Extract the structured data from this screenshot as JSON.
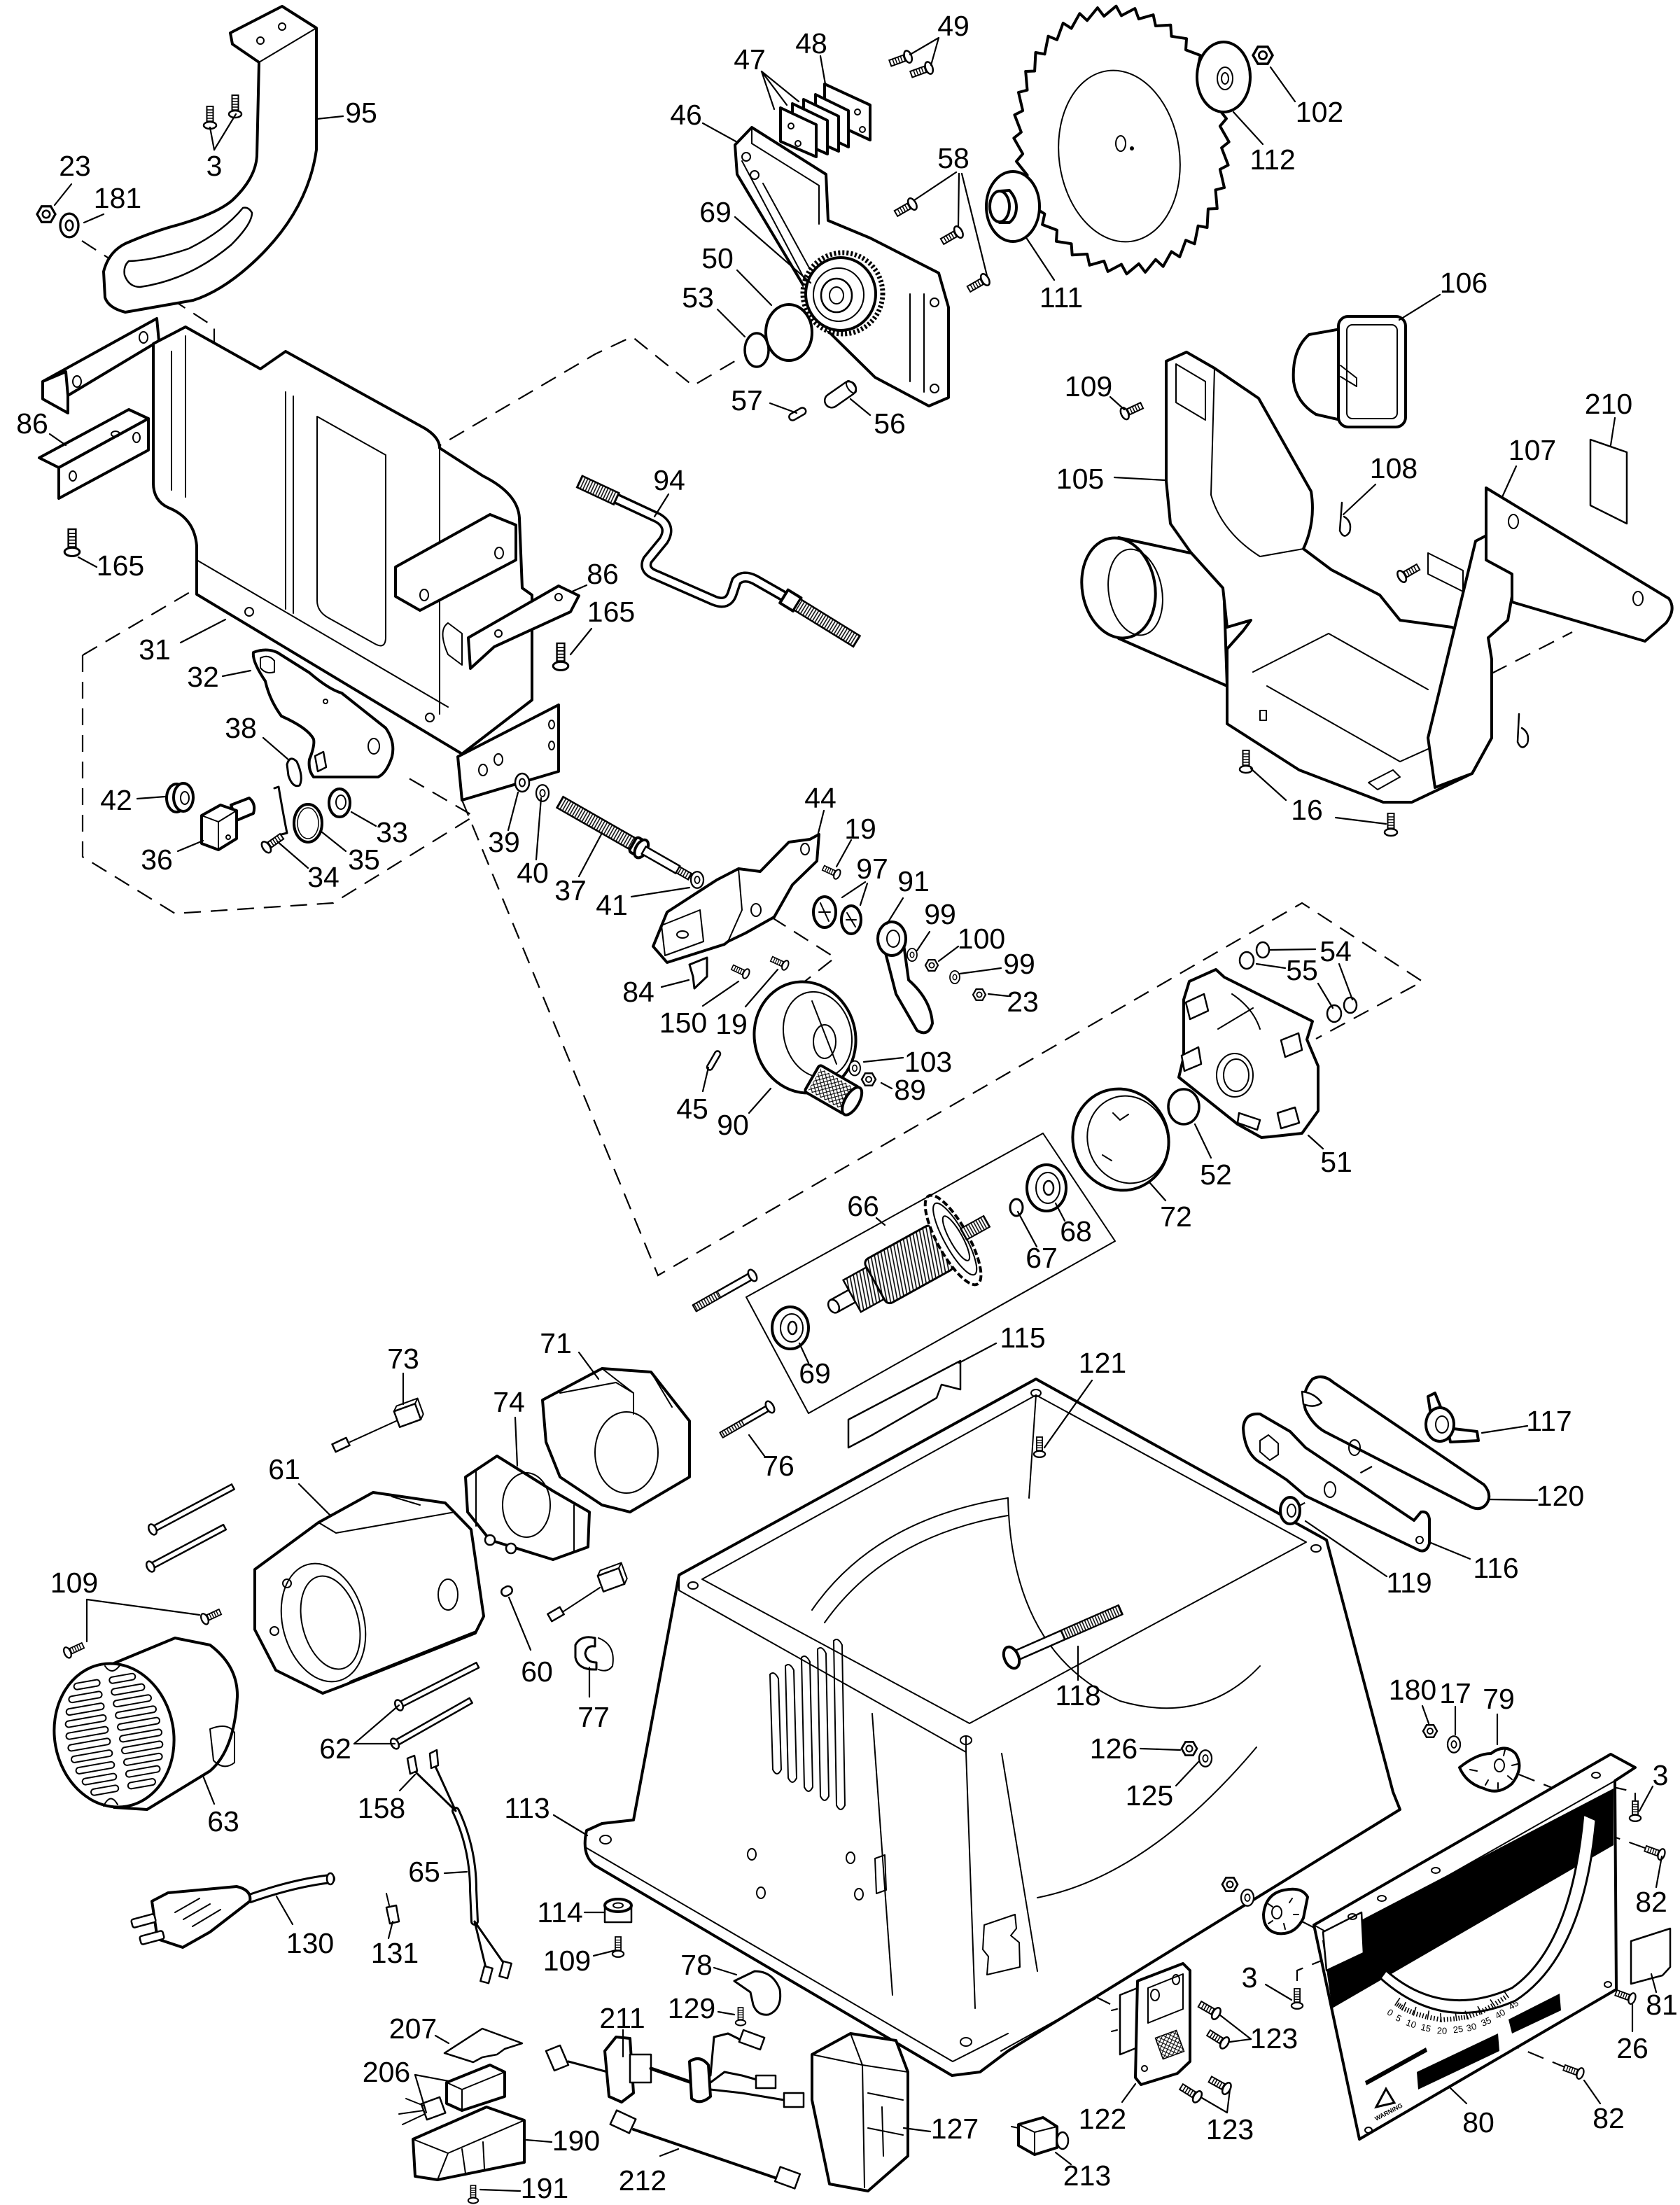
{
  "callouts": {
    "blade_guard_bracket": [
      "95",
      "3",
      "23",
      "181",
      "86"
    ],
    "trunnion_frame": [
      "165",
      "31",
      "32",
      "38",
      "42",
      "36",
      "34",
      "35",
      "33",
      "86",
      "165",
      "39",
      "40",
      "37",
      "41"
    ],
    "arbor_assembly": [
      "47",
      "48",
      "49",
      "46",
      "58",
      "69",
      "50",
      "53",
      "57",
      "56",
      "111",
      "112",
      "102"
    ],
    "height_crank": [
      "94"
    ],
    "blade_guard": [
      "106",
      "109",
      "105",
      "108",
      "107",
      "210",
      "16"
    ],
    "bevel_lock": [
      "44",
      "19",
      "97",
      "91",
      "99",
      "100",
      "99",
      "23",
      "84",
      "150",
      "19",
      "103",
      "89",
      "45",
      "90"
    ],
    "gear_case": [
      "54",
      "55",
      "52",
      "51",
      "72"
    ],
    "armature": [
      "66",
      "67",
      "68",
      "69",
      "115",
      "121"
    ],
    "motor": [
      "73",
      "71",
      "74",
      "61",
      "76",
      "109",
      "60",
      "77",
      "62",
      "63",
      "158"
    ],
    "base_and_tools": [
      "113",
      "118",
      "117",
      "120",
      "116",
      "119",
      "180",
      "17",
      "79",
      "126",
      "125"
    ],
    "front_plate": [
      "3",
      "82",
      "81",
      "26",
      "82",
      "80"
    ],
    "wiring_and_switch": [
      "65",
      "130",
      "131",
      "114",
      "109",
      "78",
      "129",
      "207",
      "206",
      "211",
      "190",
      "191",
      "212",
      "127",
      "213",
      "122",
      "123",
      "123",
      "3"
    ]
  },
  "bevel_scale": [
    "0",
    "5",
    "10",
    "15",
    "20",
    "25",
    "30",
    "35",
    "40",
    "45"
  ],
  "warning_label": "WARNING"
}
